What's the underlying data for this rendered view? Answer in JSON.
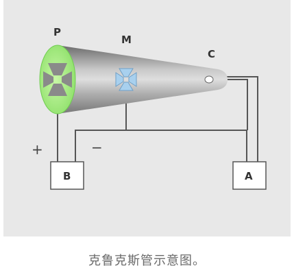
{
  "diagram": {
    "labels": {
      "cathode_plate": "P",
      "mask": "M",
      "anode": "C",
      "plus_sign": "+",
      "minus_sign": "−",
      "box_b": "B",
      "box_a": "A"
    },
    "colors": {
      "panel_bg": "#e8e8e8",
      "tube_dark": "#777777",
      "tube_light": "#d8d8d8",
      "disc_green": "#b4f28c",
      "cross_gray": "#8a8a8a",
      "maltese_blue": "#a8d0ee",
      "wire": "#555555",
      "box_fill": "#ffffff"
    }
  },
  "caption": "克鲁克斯管示意图。"
}
